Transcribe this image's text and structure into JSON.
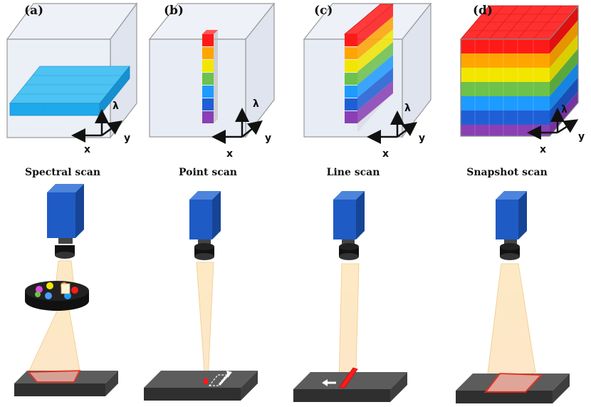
{
  "panels": [
    {
      "id": "a",
      "label": "(a)",
      "title": "Spectral scan"
    },
    {
      "id": "b",
      "label": "(b)",
      "title": "Point scan"
    },
    {
      "id": "c",
      "label": "(c)",
      "title": "Line scan"
    },
    {
      "id": "d",
      "label": "(d)",
      "title": "Snapshot scan"
    }
  ],
  "axes": {
    "x": "x",
    "y": "y",
    "lambda": "λ"
  },
  "colors": {
    "spectrum": [
      "#ff1a1a",
      "#ffa500",
      "#f2e600",
      "#6cc24a",
      "#1e9bff",
      "#1f5fd6",
      "#8a3fb5"
    ],
    "camera": "#1f5bc4",
    "cube_fill": "#e8ecf4",
    "stage": "#4a4a4a"
  }
}
